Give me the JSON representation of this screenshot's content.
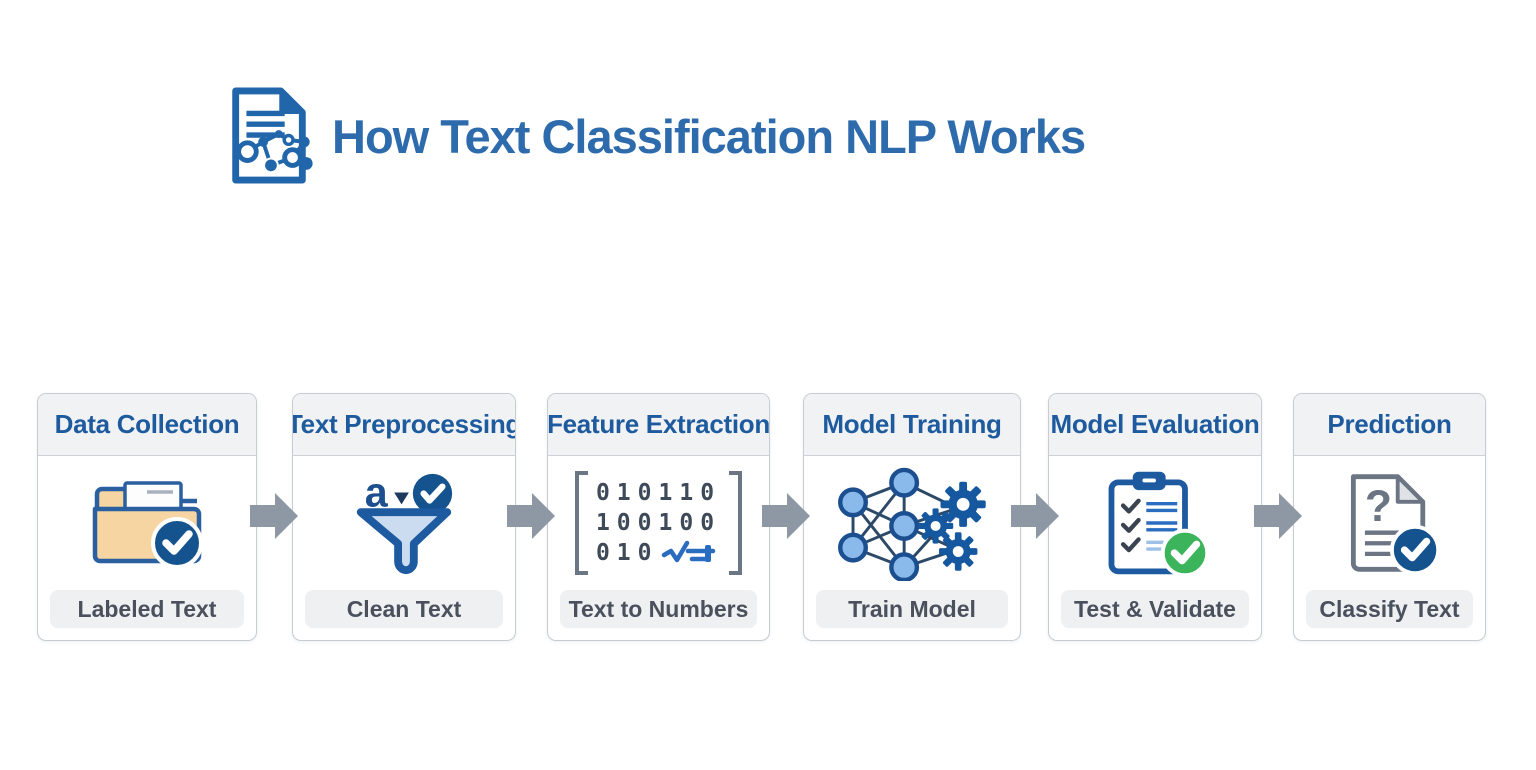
{
  "header": {
    "title": "How Text Classification NLP Works"
  },
  "steps": [
    {
      "title": "Data Collection",
      "caption": "Labeled Text",
      "icon": "folder-check-icon"
    },
    {
      "title": "Text Preprocessing",
      "caption": "Clean Text",
      "icon": "funnel-check-icon",
      "funnel_letter": "a"
    },
    {
      "title": "Feature Extraction",
      "caption": "Text to Numbers",
      "icon": "binary-matrix-icon",
      "matrix_rows": [
        "010110",
        "100100",
        "010"
      ]
    },
    {
      "title": "Model Training",
      "caption": "Train Model",
      "icon": "neural-network-gears-icon"
    },
    {
      "title": "Model Evaluation",
      "caption": "Test & Validate",
      "icon": "checklist-check-icon"
    },
    {
      "title": "Prediction",
      "caption": "Classify Text",
      "icon": "document-question-check-icon",
      "question_mark": "?"
    }
  ],
  "colors": {
    "title_blue": "#2e6bac",
    "card_header_blue": "#1d5a9e",
    "pill_text": "#4a515d",
    "arrow_gray": "#8d98a4",
    "badge_blue": "#15538f",
    "badge_green": "#3cb45c",
    "folder_tan": "#f6d5a2",
    "icon_outline_blue": "#1d5aa0",
    "digit_slate": "#3f4a59"
  }
}
